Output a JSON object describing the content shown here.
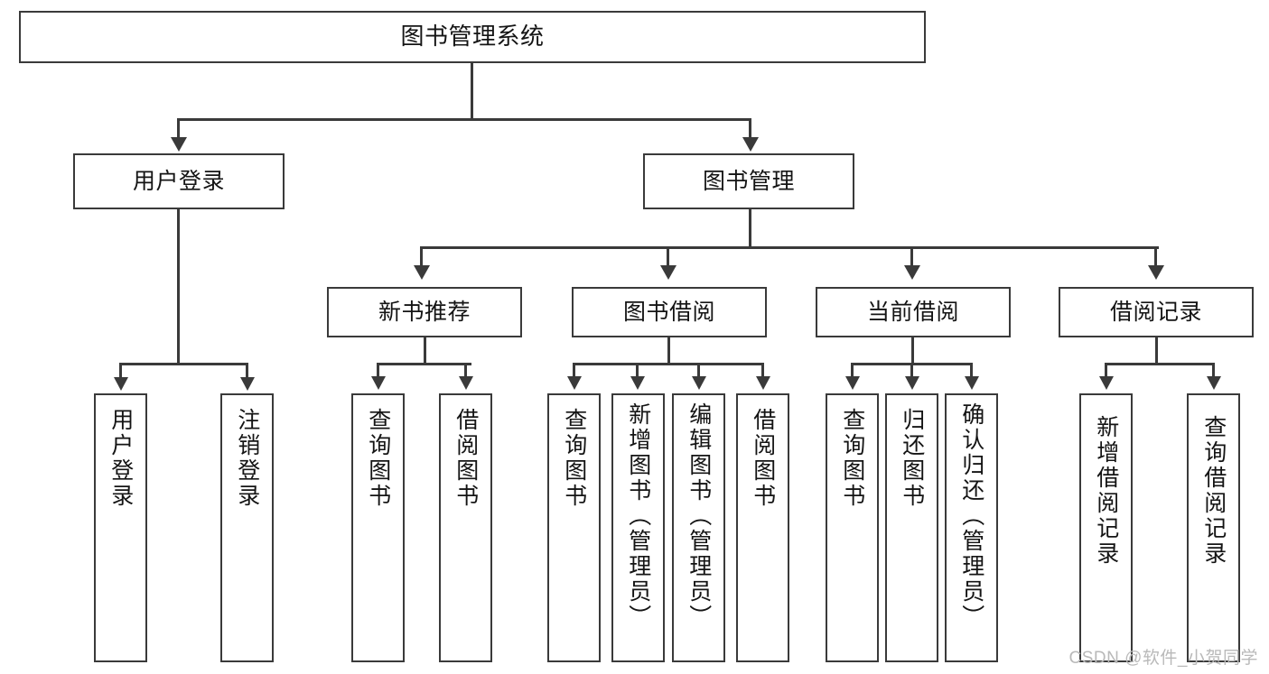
{
  "diagram": {
    "kind": "hierarchy-tree",
    "title_box": {
      "label": "图书管理系统"
    },
    "level2": [
      {
        "id": "user-login",
        "label": "用户登录"
      },
      {
        "id": "book-management",
        "label": "图书管理"
      }
    ],
    "level3": [
      {
        "id": "new-book-recommend",
        "label": "新书推荐",
        "parent": "book-management"
      },
      {
        "id": "book-borrow",
        "label": "图书借阅",
        "parent": "book-management"
      },
      {
        "id": "current-borrow",
        "label": "当前借阅",
        "parent": "book-management"
      },
      {
        "id": "borrow-record",
        "label": "借阅记录",
        "parent": "book-management"
      }
    ],
    "leaves": {
      "user_login": [
        {
          "id": "leaf-user-login",
          "label": "用户登录"
        },
        {
          "id": "leaf-logout-login",
          "label": "注销登录"
        }
      ],
      "new_book_recommend": [
        {
          "id": "leaf-query-book-1",
          "label": "查询图书"
        },
        {
          "id": "leaf-borrow-book-1",
          "label": "借阅图书"
        }
      ],
      "book_borrow": [
        {
          "id": "leaf-query-book-2",
          "label": "查询图书"
        },
        {
          "id": "leaf-add-book",
          "label": "新增图书（管理员）"
        },
        {
          "id": "leaf-edit-book",
          "label": "编辑图书（管理员）"
        },
        {
          "id": "leaf-borrow-book-2",
          "label": "借阅图书"
        }
      ],
      "current_borrow": [
        {
          "id": "leaf-query-book-3",
          "label": "查询图书"
        },
        {
          "id": "leaf-return-book",
          "label": "归还图书"
        },
        {
          "id": "leaf-confirm-return",
          "label": "确认归还（管理员）"
        }
      ],
      "borrow_record": [
        {
          "id": "leaf-add-record",
          "label": "新增借阅记录"
        },
        {
          "id": "leaf-query-record",
          "label": "查询借阅记录"
        }
      ]
    }
  },
  "watermark": {
    "text": "CSDN @软件_小贺同学"
  },
  "colors": {
    "stroke": "#3a3a3a",
    "fill": "#ffffff",
    "text": "#141414",
    "watermark": "#b9b9b9",
    "background": "#ffffff"
  }
}
